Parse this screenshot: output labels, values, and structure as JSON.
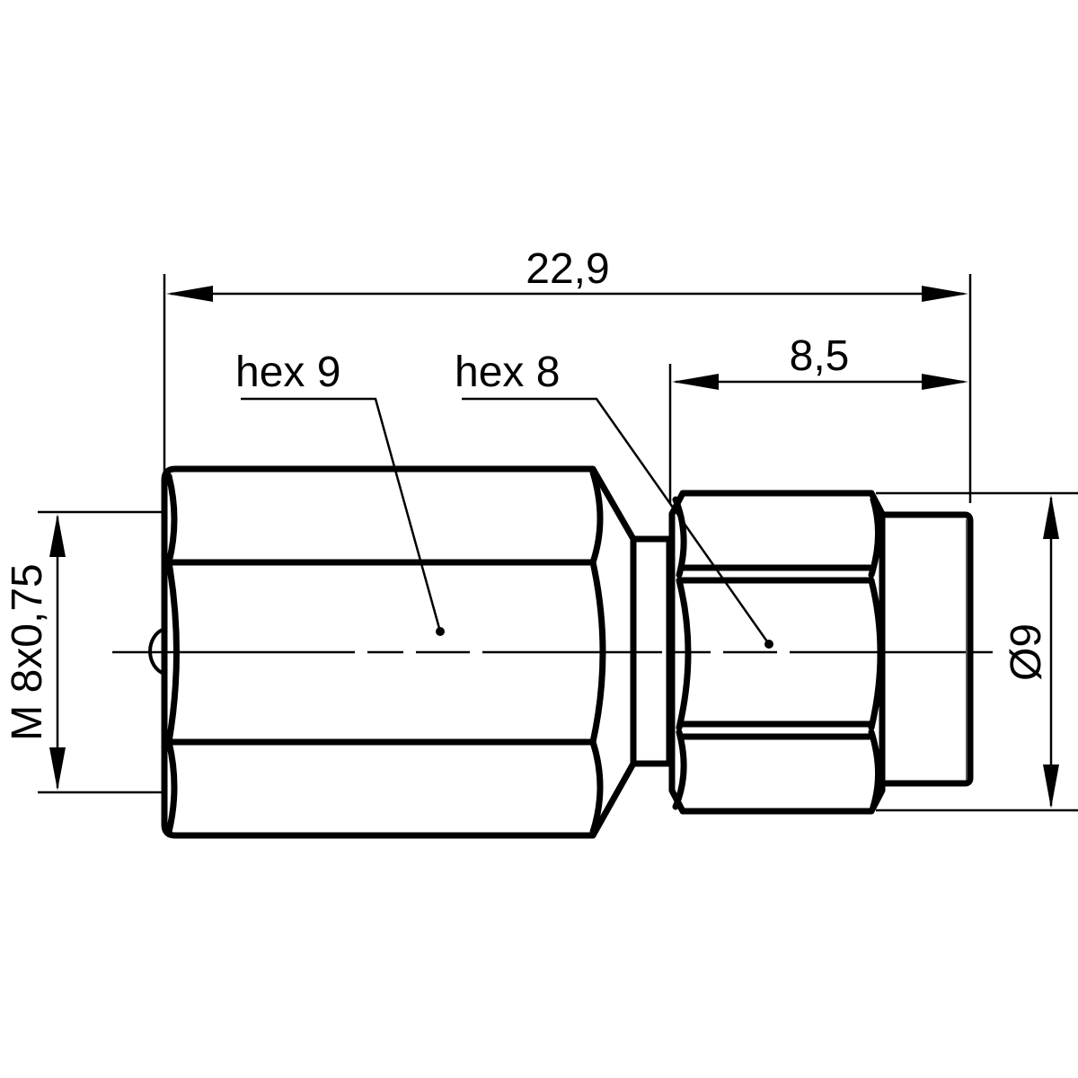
{
  "drawing": {
    "type": "connector technical drawing",
    "dimensions": {
      "overall_length": "22,9",
      "front_length": "8,5",
      "thread": "M 8x0,75",
      "diameter": "Ø9"
    },
    "callouts": {
      "hex_left": "hex 9",
      "hex_right": "hex 8"
    },
    "colors": {
      "line": "#000000",
      "background": "#ffffff"
    }
  }
}
